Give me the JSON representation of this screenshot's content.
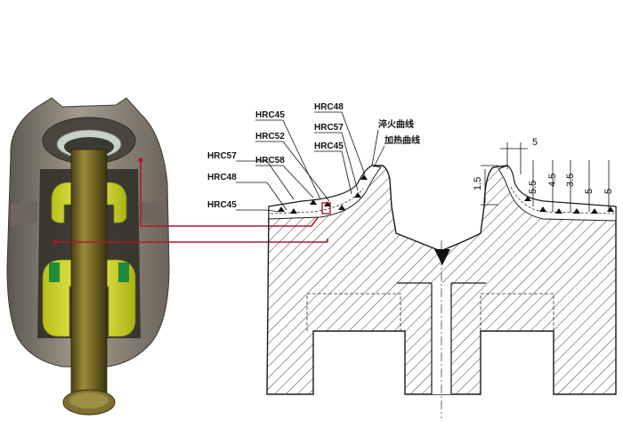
{
  "labels": {
    "hrc45_top": "HRC45",
    "hrc52": "HRC52",
    "hrc58": "HRC58",
    "hrc48_top": "HRC48",
    "hrc57_mid": "HRC57",
    "hrc45_mid": "HRC45",
    "quench_curve": "淬火曲线",
    "heating_curve": "加热曲线",
    "hrc57_left": "HRC57",
    "hrc48_left": "HRC48",
    "hrc45_left": "HRC45"
  },
  "dimensions": {
    "top_width": "5",
    "left_height": "1.5",
    "d1": "5.5",
    "d2": "4.5",
    "d3": "3.5",
    "d4": "5",
    "d5": "5"
  },
  "colors": {
    "accent_line": "#b0182a",
    "coating": "#d6df2a",
    "shaft": "#6e6020",
    "body": "#8a8478"
  }
}
